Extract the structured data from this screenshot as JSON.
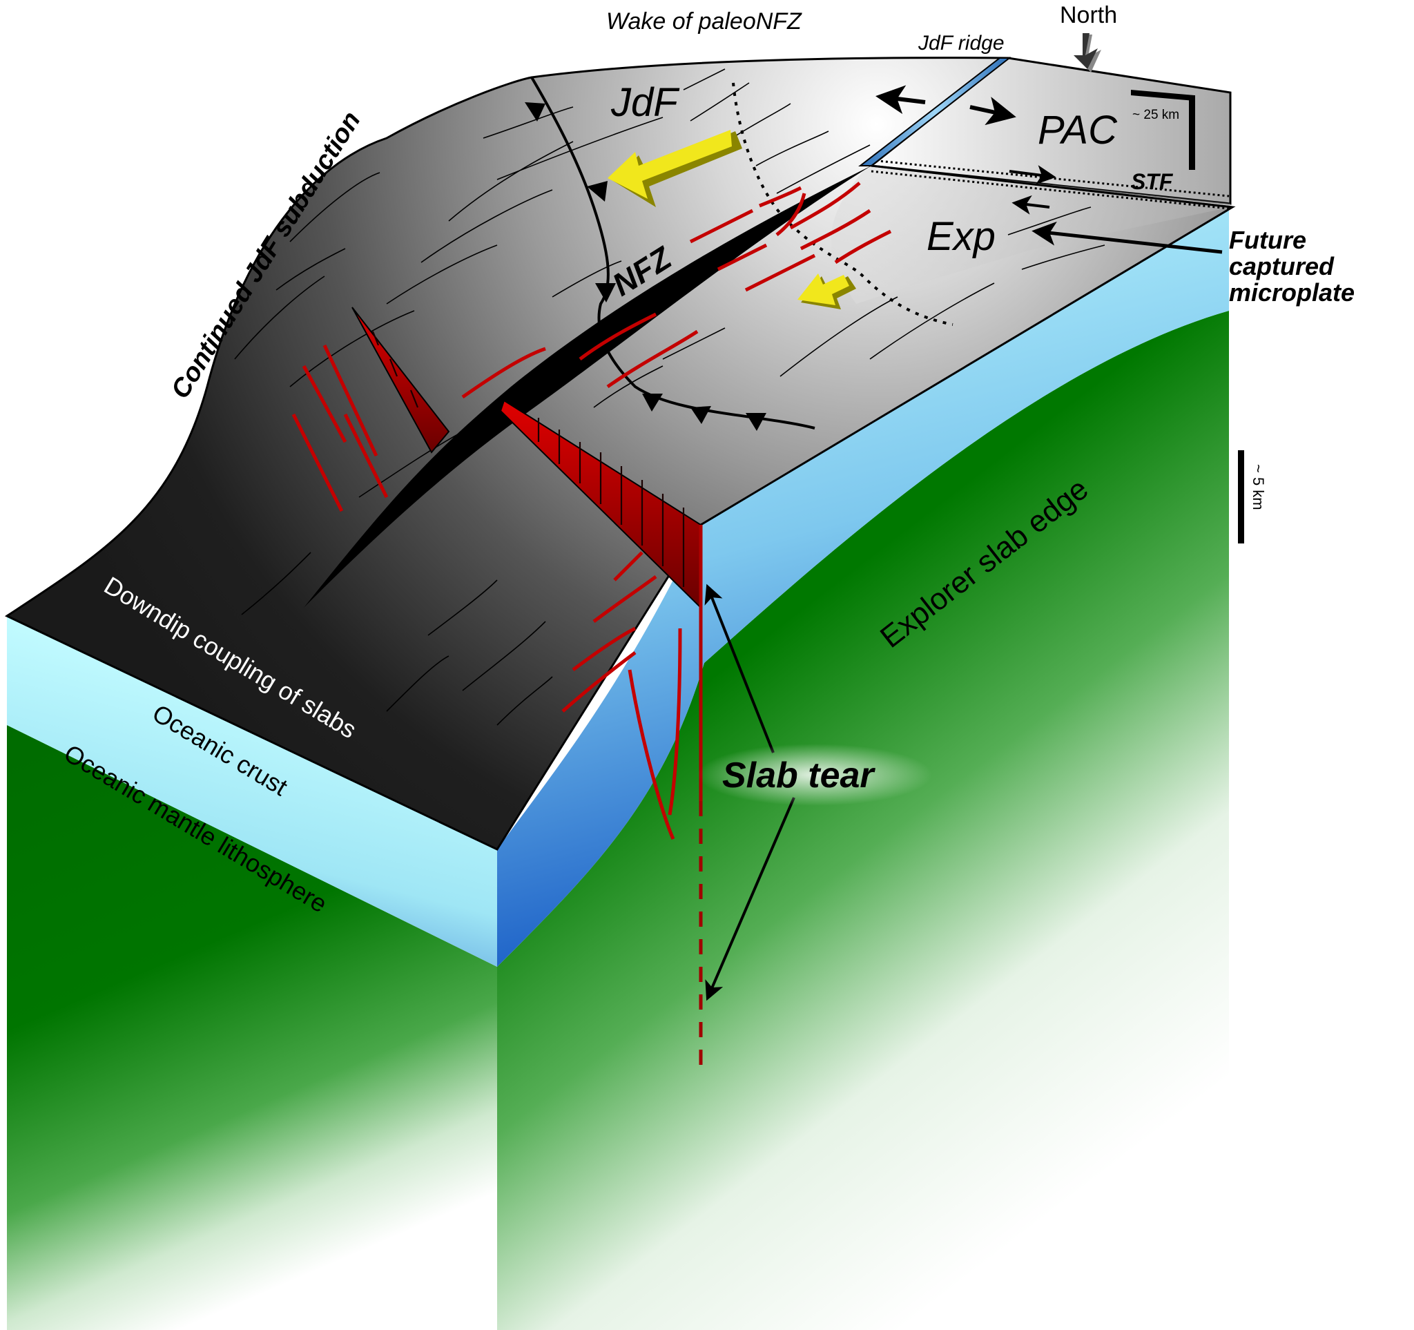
{
  "figure": {
    "title_labels": {
      "wake": "Wake of paleoNFZ",
      "north": "North",
      "ridge": "JdF ridge"
    },
    "plates": {
      "jdf": "JdF",
      "pac": "PAC",
      "exp": "Exp",
      "nfz": "NFZ",
      "stf": "STF"
    },
    "annotations": {
      "continued_subduction": "Continued JdF subduction",
      "future_line1": "Future",
      "future_line2": "captured",
      "future_line3": "microplate",
      "downdip": "Downdip coupling of slabs",
      "oceanic_crust": "Oceanic crust",
      "oceanic_mantle": "Oceanic mantle lithosphere",
      "explorer_edge": "Explorer slab edge",
      "slab_tear": "Slab tear"
    },
    "scale_bars": {
      "horizontal": "~ 25 km",
      "vertical": "~ 5 km"
    },
    "colors": {
      "plate_surface_light": "#f2f2f2",
      "plate_surface_dark": "#1c1c1c",
      "crust_light": "#b8f6fa",
      "crust_dark": "#1a5cc2",
      "mantle": "#007300",
      "fault_red": "#c40000",
      "motion_arrow": "#f0e61e",
      "ridge_blue": "#5aa8e0"
    }
  }
}
